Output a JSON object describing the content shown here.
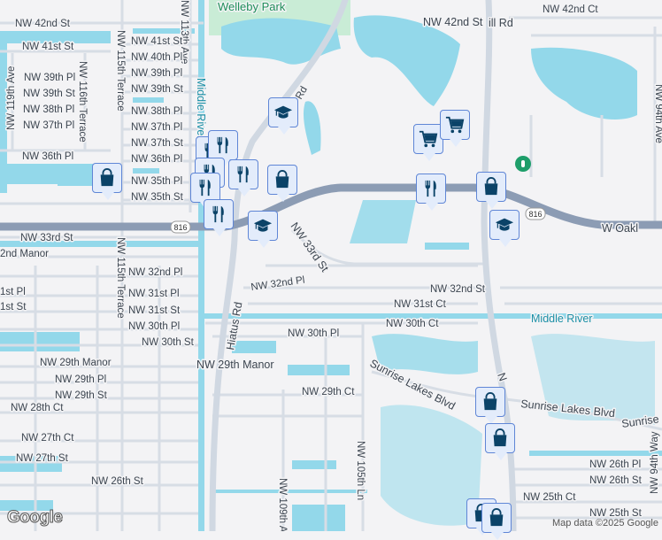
{
  "colors": {
    "land": "#f3f3f5",
    "water": "#93d8ea",
    "highway": "#8c9cb4",
    "road": "#d7dde5",
    "park": "#c9ecd6",
    "marker_bg": "#e3ecfb",
    "marker_border": "#5f86d6",
    "marker_icon": "#0b4368"
  },
  "park": {
    "name": "Welleby Park"
  },
  "water": {
    "river_vertical": "Middle River",
    "river_horizontal": "Middle River"
  },
  "highway": {
    "shield_left": "816",
    "shield_right": "816",
    "name": "W Oakl"
  },
  "streets": {
    "nw42nd_st_w": "NW 42nd St",
    "nw41st_st_w": "NW 41st St",
    "nw39th_pl_w": "NW 39th Pl",
    "nw39th_st_w": "NW 39th St",
    "nw38th_pl_w": "NW 38th Pl",
    "nw37th_pl_w": "NW 37th Pl",
    "nw36th_pl_w": "NW 36th Pl",
    "nw119th_ave": "NW 119th Ave",
    "nw116th_terrace": "NW 116th Terrace",
    "nw115th_terrace": "NW 115th Terrace",
    "nw115th_terrace_s": "NW 115th Terrace",
    "nw113th_ave": "NW 113th Ave",
    "nw41st_st": "NW 41st St",
    "nw40th_pl": "NW 40th Pl",
    "nw39th_pl": "NW 39th Pl",
    "nw39th_st": "NW 39th St",
    "nw38th_pl": "NW 38th Pl",
    "nw37th_pl": "NW 37th Pl",
    "nw37th_st": "NW 37th St",
    "nw36th_pl": "NW 36th Pl",
    "nw35th_pl": "NW 35th Pl",
    "nw35th_st": "NW 35th St",
    "rd_ne": "Rd",
    "nw33rd_st_w": "NW 33rd St",
    "nw32nd_manor": "2nd Manor",
    "nw32nd_pl_w": "NW 32nd Pl",
    "nw31st_pl_edge": "1st Pl",
    "nw31st_pl": "NW 31st Pl",
    "nw31st_st_edge": "1st St",
    "nw31st_st": "NW 31st St",
    "nw30th_pl_w": "NW 30th Pl",
    "nw30th_st": "NW 30th St",
    "nw29th_manor_w": "NW 29th Manor",
    "nw29th_pl": "NW 29th Pl",
    "nw29th_st": "NW 29th St",
    "nw28th_ct": "NW 28th Ct",
    "nw27th_ct": "NW 27th Ct",
    "nw27th_st": "NW 27th St",
    "nw26th_st_w": "NW 26th St",
    "hiatus_rd": "Hiatus Rd",
    "nw29th_manor": "NW 29th Manor",
    "nw33rd_st": "NW 33rd St",
    "nw32nd_pl": "NW 32nd Pl",
    "nw32nd_st": "NW 32nd St",
    "nw31st_ct": "NW 31st Ct",
    "nw30th_ct": "NW 30th Ct",
    "nw30th_pl": "NW 30th Pl",
    "nw29th_ct": "NW 29th Ct",
    "sunrise_lakes_w": "Sunrise Lakes Blvd",
    "sunrise_lakes_e": "Sunrise Lakes Blvd",
    "sunrise_edge": "Sunrise",
    "nw105th_ln": "NW 105th Ln",
    "nw109th_ave": "NW 109th Ave",
    "nw26th_pl": "NW 26th Pl",
    "nw26th_st": "NW 26th St",
    "nw25th_ct": "NW 25th Ct",
    "nw25th_st": "NW 25th St",
    "nw94th_way": "NW 94th Way",
    "nw42nd_st_e": "NW 42nd St",
    "nw42nd_ct": "NW 42nd Ct",
    "nw94th_ave": "NW 94th Ave",
    "hill_rd": "ill Rd",
    "n_hill_rd": "N"
  },
  "markers": [
    {
      "type": "shopping-bag",
      "icon": "shopping-bag-icon"
    },
    {
      "type": "school",
      "icon": "graduation-cap-icon"
    },
    {
      "type": "restaurant",
      "icon": "fork-knife-icon"
    },
    {
      "type": "restaurant",
      "icon": "fork-knife-icon"
    },
    {
      "type": "restaurant",
      "icon": "fork-knife-icon"
    },
    {
      "type": "restaurant",
      "icon": "fork-knife-icon"
    },
    {
      "type": "restaurant",
      "icon": "fork-knife-icon"
    },
    {
      "type": "shopping-bag",
      "icon": "shopping-bag-icon"
    },
    {
      "type": "school",
      "icon": "graduation-cap-icon"
    },
    {
      "type": "grocery",
      "icon": "shopping-cart-icon"
    },
    {
      "type": "grocery",
      "icon": "shopping-cart-icon"
    },
    {
      "type": "restaurant",
      "icon": "fork-knife-icon"
    },
    {
      "type": "restaurant",
      "icon": "fork-knife-icon"
    },
    {
      "type": "shopping-bag",
      "icon": "shopping-bag-icon"
    },
    {
      "type": "school",
      "icon": "graduation-cap-icon"
    },
    {
      "type": "shopping-bag",
      "icon": "shopping-bag-icon"
    },
    {
      "type": "shopping-bag",
      "icon": "shopping-bag-icon"
    },
    {
      "type": "shopping-bag",
      "icon": "shopping-bag-icon"
    },
    {
      "type": "shopping-bag",
      "icon": "shopping-bag-icon"
    }
  ],
  "footer": {
    "attribution": "Map data ©2025 Google",
    "logo": "Google"
  }
}
